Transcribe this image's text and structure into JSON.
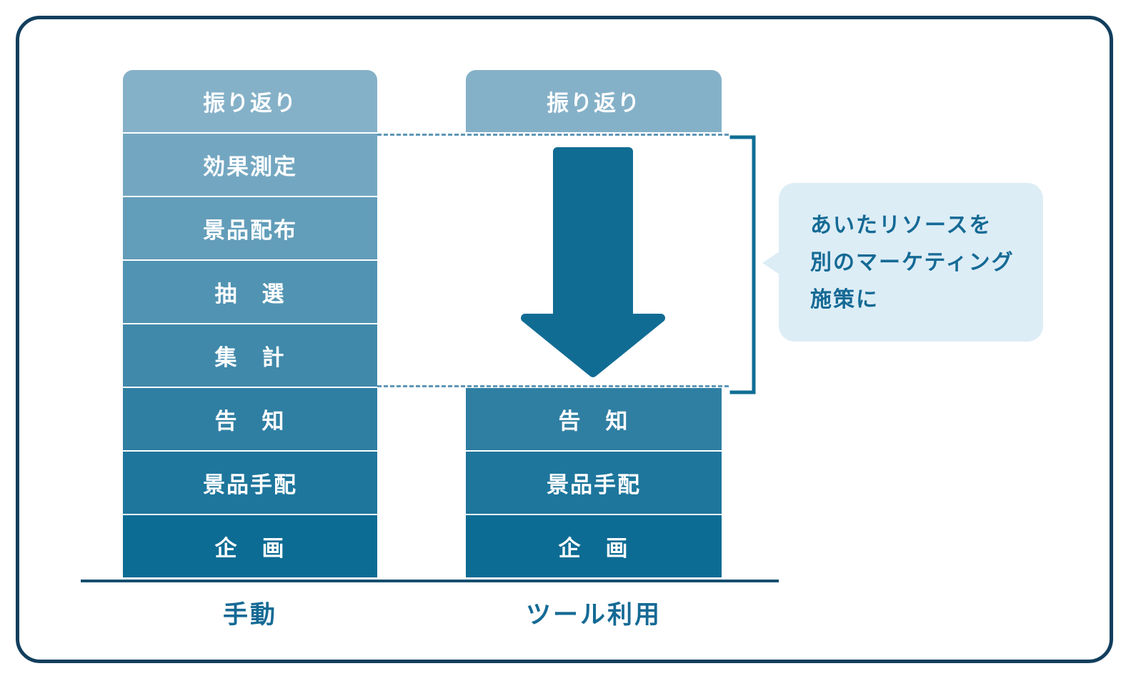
{
  "frame": {
    "border_color": "#123e5d"
  },
  "manual_column": {
    "label": "手動",
    "blocks": [
      {
        "label": "振り返り",
        "color": "#85b1c8"
      },
      {
        "label": "効果測定",
        "color": "#73a7c1"
      },
      {
        "label": "景品配布",
        "color": "#629db9"
      },
      {
        "label": "抽　選",
        "color": "#5193b2"
      },
      {
        "label": "集　計",
        "color": "#4089aa"
      },
      {
        "label": "告　知",
        "color": "#2f7fa3"
      },
      {
        "label": "景品手配",
        "color": "#1e769c"
      },
      {
        "label": "企　画",
        "color": "#0d6c94"
      }
    ]
  },
  "tool_column": {
    "label": "ツール利用",
    "top_blocks": [
      {
        "label": "振り返り",
        "color": "#85b1c8"
      }
    ],
    "bottom_blocks": [
      {
        "label": "告　知",
        "color": "#2f7fa3"
      },
      {
        "label": "景品手配",
        "color": "#1e769c"
      },
      {
        "label": "企　画",
        "color": "#0d6c94"
      }
    ]
  },
  "automated_zone": {
    "arrow_color": "#116c94",
    "dash_color": "#5e97b7",
    "bracket_color": "#0f6d94"
  },
  "callout": {
    "lines": [
      "あいたリソースを",
      "別のマーケティング",
      "施策に"
    ],
    "bg_color": "#ddedf6",
    "text_color": "#156a95"
  },
  "axis": {
    "baseline_color": "#164e6e",
    "label_color": "#156a95"
  }
}
